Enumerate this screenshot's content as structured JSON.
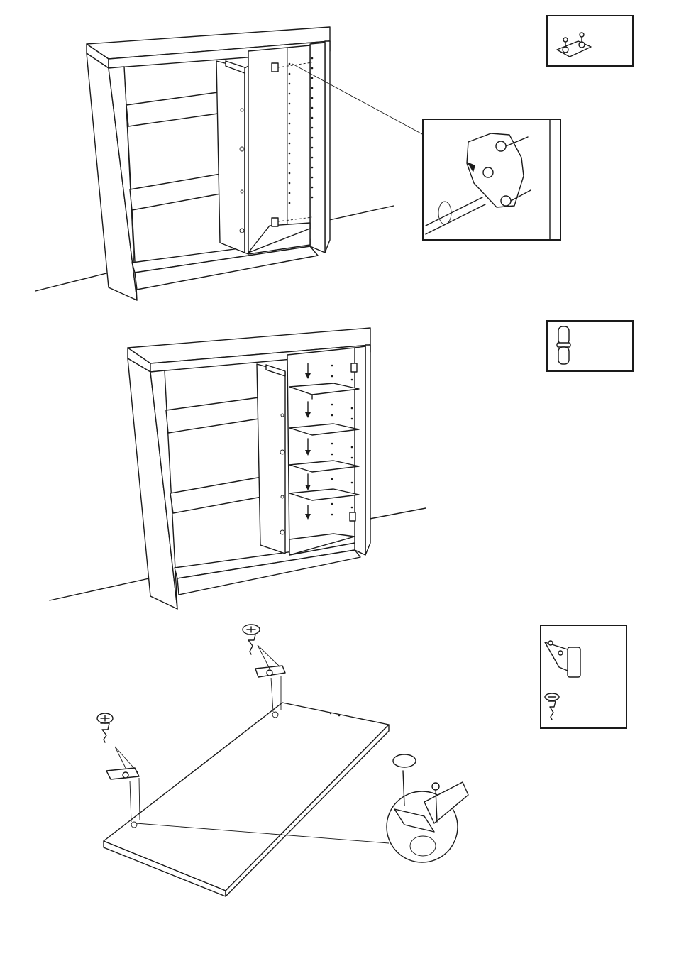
{
  "sheet": {
    "background": "#ffffff",
    "line_color": "#1a1a1a"
  },
  "steps": [
    {
      "id": "step-1",
      "part_icon": "cam-lock-mounting-plate-icon",
      "detail": "mounting-plate-screw-detail"
    },
    {
      "id": "step-2",
      "part_icon": "shelf-support-pin-icon",
      "detail": "shelves-on-pins"
    },
    {
      "id": "step-3",
      "part_icon": "hinge-and-screw-icon",
      "detail": "hinge-screw-detail"
    }
  ]
}
